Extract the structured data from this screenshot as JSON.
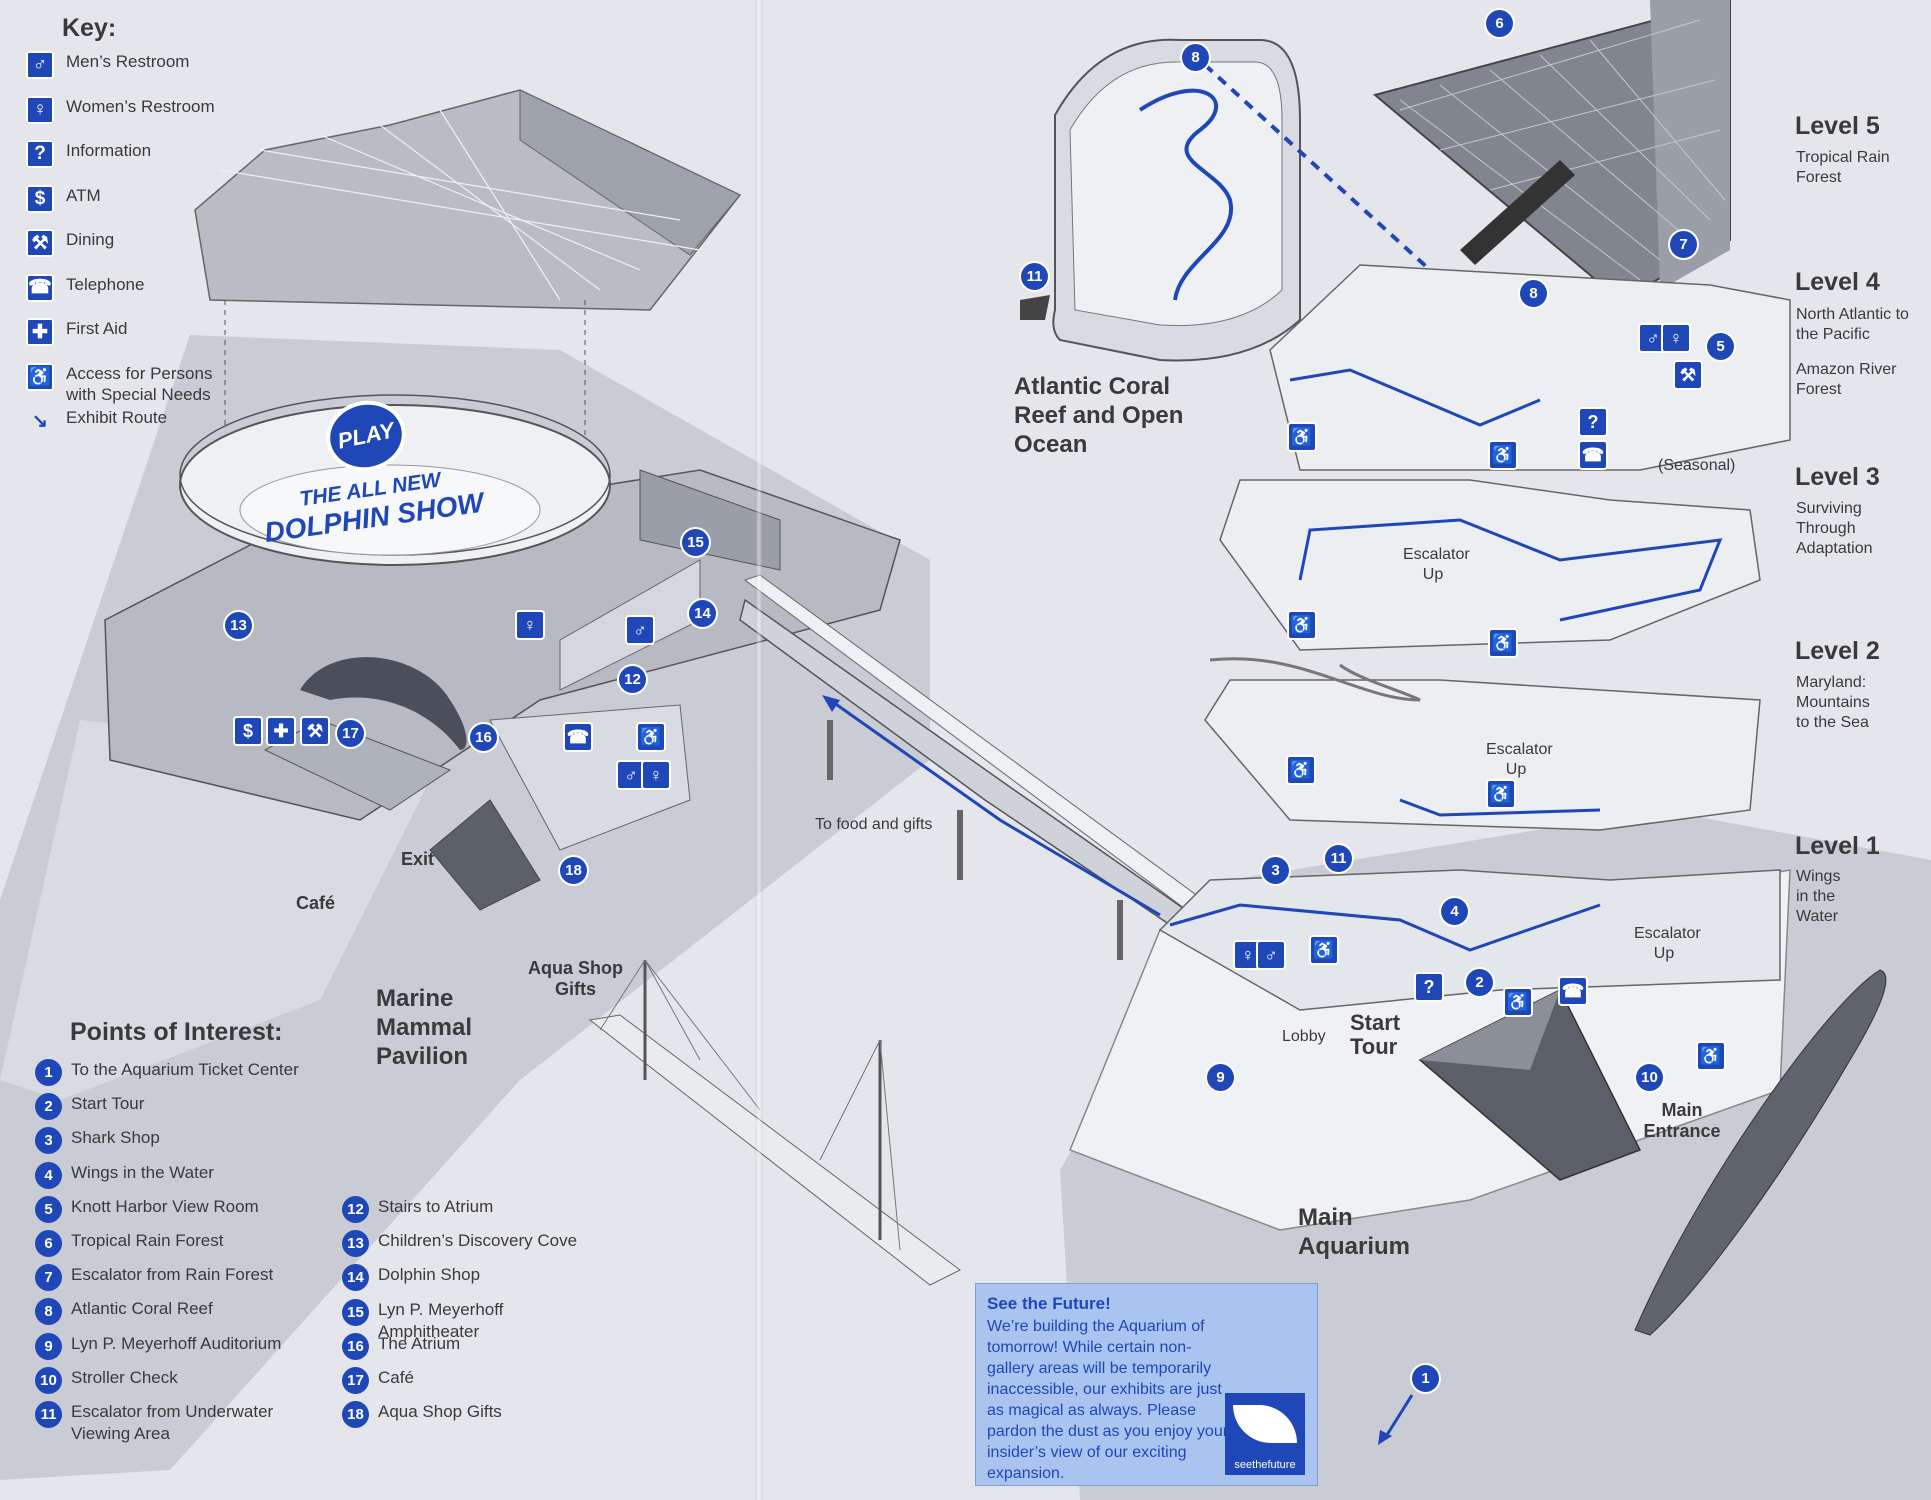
{
  "key": {
    "title": "Key:",
    "items": [
      {
        "icon": "mens-restroom-icon",
        "glyph": "♂",
        "label": "Men’s Restroom"
      },
      {
        "icon": "womens-restroom-icon",
        "glyph": "♀",
        "label": "Women’s Restroom"
      },
      {
        "icon": "information-icon",
        "glyph": "?",
        "label": "Information"
      },
      {
        "icon": "atm-icon",
        "glyph": "$",
        "label": "ATM"
      },
      {
        "icon": "dining-icon",
        "glyph": "⚒",
        "label": "Dining"
      },
      {
        "icon": "telephone-icon",
        "glyph": "☎",
        "label": "Telephone"
      },
      {
        "icon": "first-aid-icon",
        "glyph": "✚",
        "label": "First Aid"
      },
      {
        "icon": "accessibility-icon",
        "glyph": "♿",
        "label": "Access for Persons with Special Needs"
      },
      {
        "icon": "exhibit-route-icon",
        "glyph": "↘",
        "label": "Exhibit Route"
      }
    ]
  },
  "points_of_interest": {
    "title": "Points of Interest:",
    "items": [
      {
        "num": "1",
        "label": "To the Aquarium Ticket Center"
      },
      {
        "num": "2",
        "label": "Start Tour"
      },
      {
        "num": "3",
        "label": "Shark Shop"
      },
      {
        "num": "4",
        "label": "Wings in the Water"
      },
      {
        "num": "5",
        "label": "Knott Harbor View Room"
      },
      {
        "num": "6",
        "label": "Tropical Rain Forest"
      },
      {
        "num": "7",
        "label": "Escalator from Rain Forest"
      },
      {
        "num": "8",
        "label": "Atlantic Coral Reef"
      },
      {
        "num": "9",
        "label": "Lyn P. Meyerhoff Auditorium"
      },
      {
        "num": "10",
        "label": "Stroller Check"
      },
      {
        "num": "11",
        "label": "Escalator from Underwater Viewing Area"
      },
      {
        "num": "12",
        "label": "Stairs to Atrium"
      },
      {
        "num": "13",
        "label": "Children’s Discovery Cove"
      },
      {
        "num": "14",
        "label": "Dolphin Shop"
      },
      {
        "num": "15",
        "label": "Lyn P. Meyerhoff Amphitheater"
      },
      {
        "num": "16",
        "label": "The Atrium"
      },
      {
        "num": "17",
        "label": "Café"
      },
      {
        "num": "18",
        "label": "Aqua Shop Gifts"
      }
    ]
  },
  "levels": [
    {
      "title": "Level 5",
      "subtitle": "Tropical Rain Forest"
    },
    {
      "title": "Level 4",
      "subtitle": "North Atlantic to the Pacific",
      "subtitle2": "Amazon River Forest"
    },
    {
      "title": "Level 3",
      "subtitle": "Surviving Through Adaptation"
    },
    {
      "title": "Level 2",
      "subtitle": "Maryland: Mountains to the Sea"
    },
    {
      "title": "Level 1",
      "subtitle": "Wings in the Water"
    }
  ],
  "map_labels": {
    "atlantic": "Atlantic Coral Reef and Open Ocean",
    "marine": "Marine Mammal Pavilion",
    "main_aquarium": "Main Aquarium",
    "start_tour": "Start Tour",
    "lobby": "Lobby",
    "main_entrance": "Main Entrance",
    "to_food": "To food and gifts",
    "exit": "Exit",
    "cafe": "Café",
    "aqua_shop": "Aqua Shop Gifts",
    "seasonal": "(Seasonal)",
    "escalator_up": "Escalator Up",
    "play": "PLAY",
    "show_line1": "THE ALL NEW",
    "show_line2": "DOLPHIN SHOW"
  },
  "future": {
    "title": "See the Future!",
    "body": "We’re building the Aquarium of tomorrow! While certain non-gallery areas will be temporarily inaccessible, our exhibits are just as magical as always. Please pardon the dust as you enjoy your insider’s view of our exciting expansion.",
    "logo": "seethefuture"
  },
  "colors": {
    "accent": "#1f47b8",
    "background": "#e4e6ec",
    "text": "#3a3a3a"
  }
}
